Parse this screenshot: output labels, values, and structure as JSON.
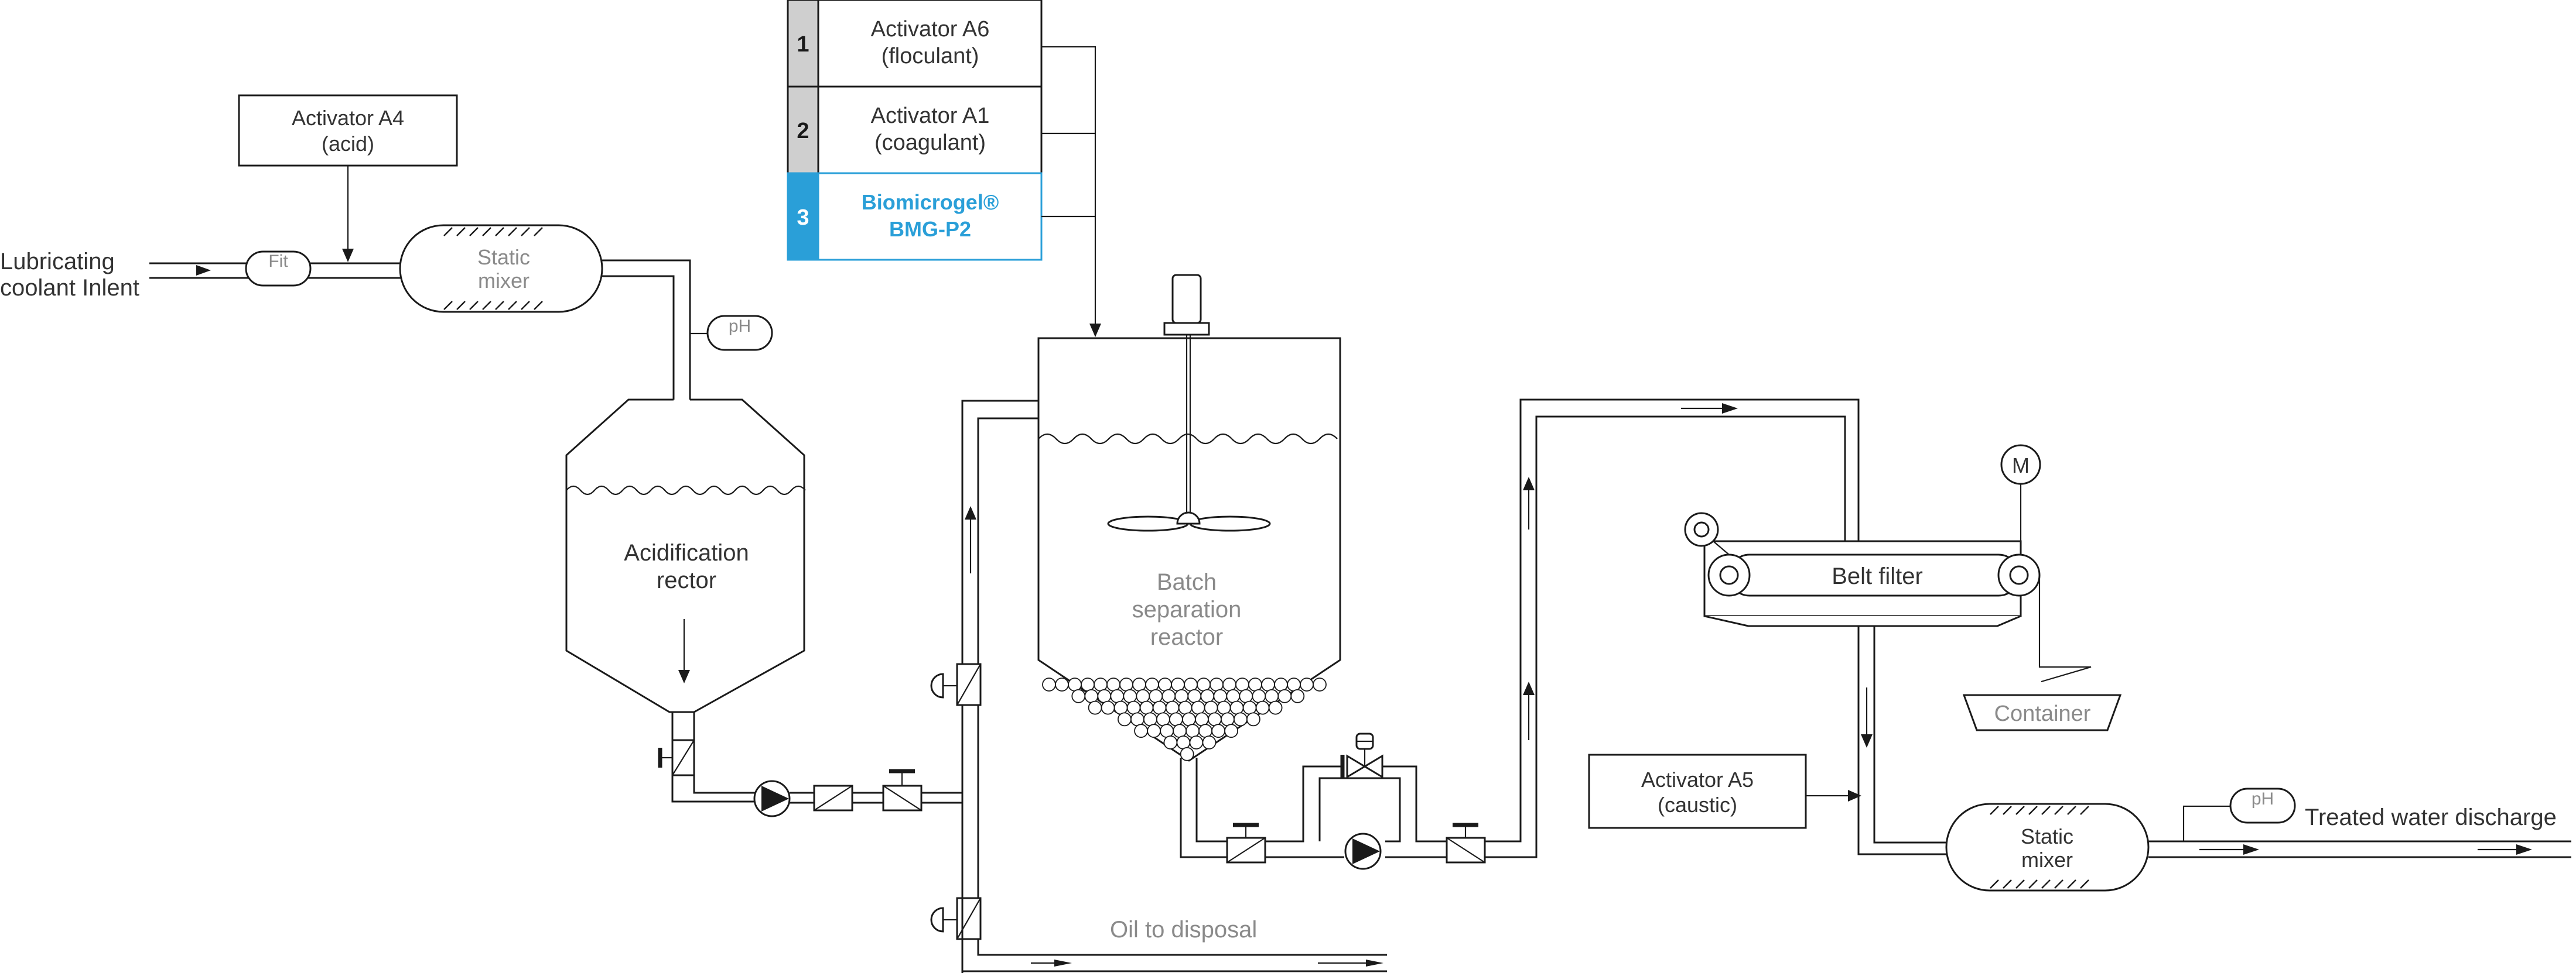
{
  "labels": {
    "inlet_line1": "Lubricating",
    "inlet_line2": "coolant Inlent",
    "fit": "Fit",
    "ph": "pH",
    "activator_a4_line1": "Activator A4",
    "activator_a4_line2": "(acid)",
    "static_mixer_line1": "Static",
    "static_mixer_line2": "mixer",
    "acid_reactor_line1": "Acidification",
    "acid_reactor_line2": "rector",
    "batch_line1": "Batch",
    "batch_line2": "separation",
    "batch_line3": "reactor",
    "oil_disposal": "Oil to disposal",
    "belt_filter": "Belt filter",
    "motor": "M",
    "container": "Container",
    "activator_a5_line1": "Activator A5",
    "activator_a5_line2": "(caustic)",
    "treated_water": "Treated water discharge"
  },
  "dosing_table": [
    {
      "num": "1",
      "line1": "Activator A6",
      "line2": "(floculant)",
      "highlight": false
    },
    {
      "num": "2",
      "line1": "Activator A1",
      "line2": "(coagulant)",
      "highlight": false
    },
    {
      "num": "3",
      "line1": "Biomicrogel®",
      "line2": "BMG-P2",
      "highlight": true
    }
  ],
  "colors": {
    "accent": "#2a9fd8",
    "number_cell": "#cfcfcf",
    "line": "#1a1a1a"
  }
}
